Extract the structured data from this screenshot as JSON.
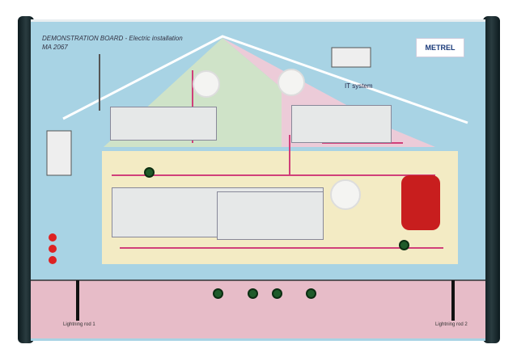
{
  "board": {
    "title": "DEMONSTRATION BOARD - Electric installation",
    "model": "MA 2067",
    "brand": "METREL",
    "it_system_label": "IT system",
    "lightning_rod_1": "Lightning rod 1",
    "lightning_rod_2": "Lightning rod 2"
  },
  "colors": {
    "background": "#a8d3e4",
    "attic_left": "#cfe3c8",
    "attic_right": "#eccbd8",
    "floor": "#f3ebc4",
    "ground": "#e7bcc8",
    "wire": "#d0407a",
    "frame": "#14262a"
  }
}
